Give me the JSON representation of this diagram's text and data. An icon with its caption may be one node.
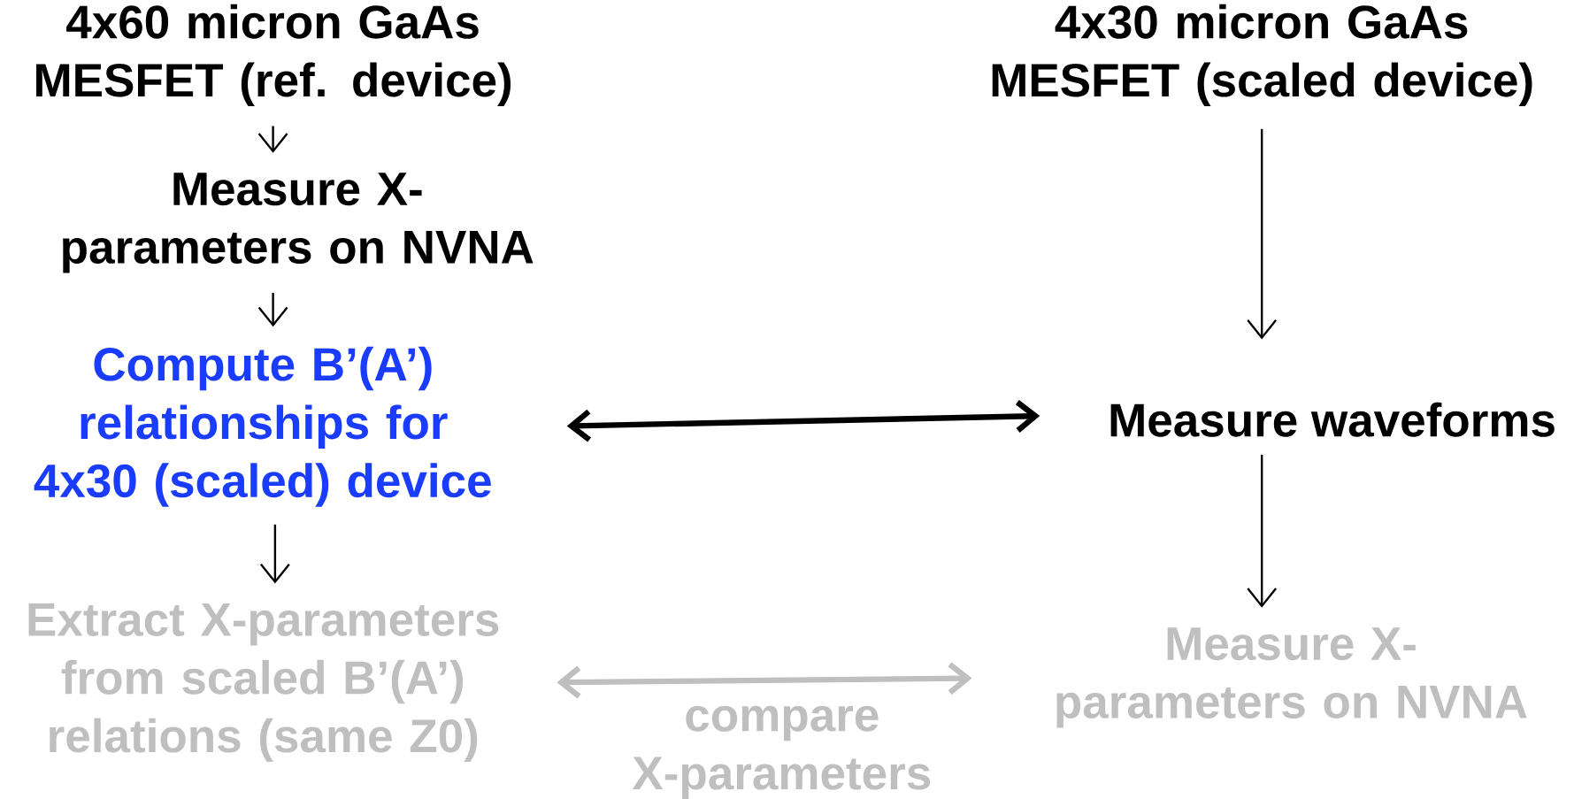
{
  "diagram": {
    "nodes": [
      {
        "text": [
          "4x60 micron GaAs MESFET (ref. device)"
        ]
      },
      {
        "text": [
          "Measure X-parameters on NVNA"
        ]
      },
      {
        "text": [
          "Compute B’(A’) relationships for 4x30 (scaled) device"
        ]
      },
      {
        "text": [
          "Extract X-parameters from scaled B’(A’) relations (same Z0)"
        ]
      },
      {
        "text": [
          "4x30 micron GaAs MESFET (scaled device)"
        ]
      },
      {
        "text": [
          "Measure waveforms"
        ]
      },
      {
        "text": [
          "Measure X-parameters on NVNA"
        ]
      }
    ],
    "edges": [
      {
        "from": 0,
        "to": 1,
        "arrow": "to"
      },
      {
        "from": 1,
        "to": 2,
        "arrow": "to"
      },
      {
        "from": 2,
        "to": 3,
        "arrow": "to"
      },
      {
        "from": 4,
        "to": 5,
        "arrow": "to"
      },
      {
        "from": 5,
        "to": 6,
        "arrow": "to"
      },
      {
        "from": 2,
        "to": 5,
        "arrow": "both",
        "style": "thick"
      },
      {
        "from": 3,
        "to": 6,
        "arrow": "both",
        "style": "thick",
        "color": "#bfbfbf",
        "label": "compare X-parameters"
      }
    ]
  }
}
